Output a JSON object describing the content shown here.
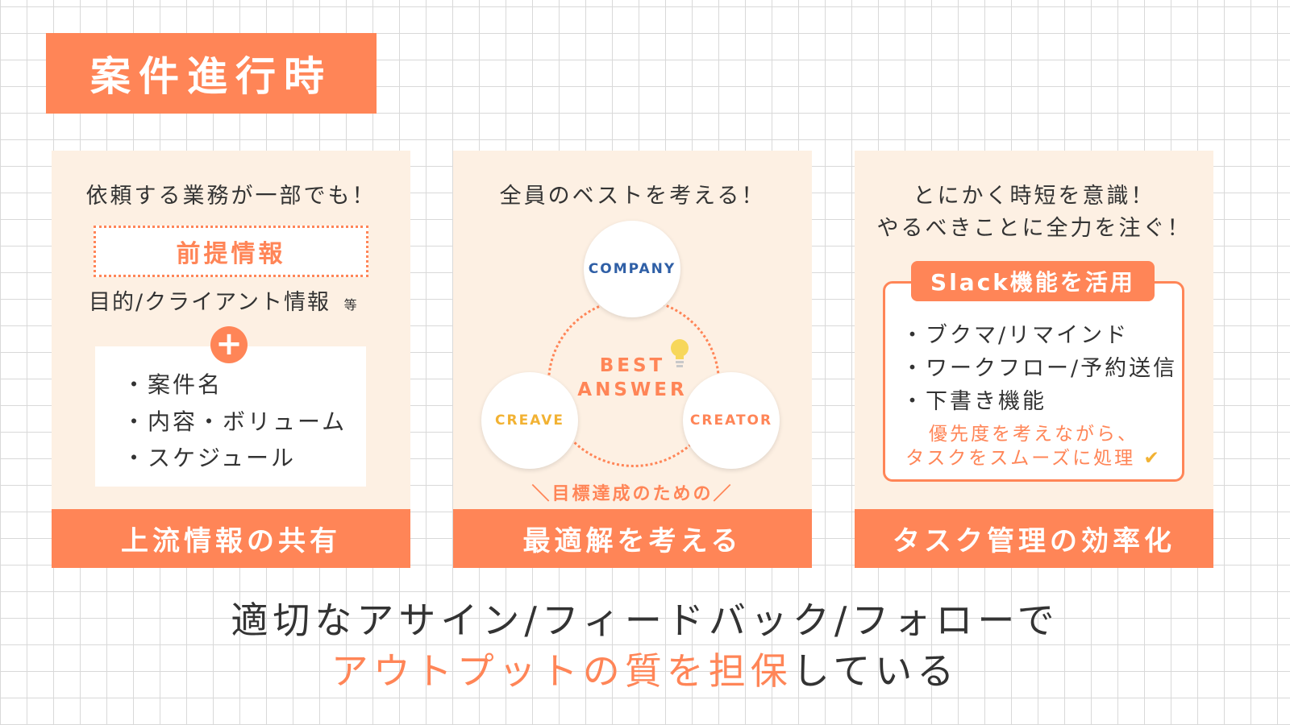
{
  "title": "案件進行時",
  "cards": [
    {
      "heading": "依頼する業務が一部でも！",
      "box_label": "前提情報",
      "subtext": "目的/クライアント情報",
      "subtext_suffix": "等",
      "plus": "+",
      "bullets": [
        "・案件名",
        "・内容・ボリューム",
        "・スケジュール"
      ],
      "footer": "上流情報の共有"
    },
    {
      "heading": "全員のベストを考える！",
      "circles": {
        "top": "COMPANY",
        "left": "CREAVE",
        "right": "CREATOR"
      },
      "center_line1": "BEST",
      "center_line2": "ANSWER",
      "caption": "＼目標達成のための／",
      "footer": "最適解を考える"
    },
    {
      "heading_line1": "とにかく時短を意識！",
      "heading_line2": "やるべきことに全力を注ぐ！",
      "tag": "Slack機能を活用",
      "bullets": [
        "・ブクマ/リマインド",
        "・ワークフロー/予約送信",
        "・下書き機能"
      ],
      "note_line1": "優先度を考えながら、",
      "note_line2": "タスクをスムーズに処理",
      "footer": "タスク管理の効率化"
    }
  ],
  "bottom": {
    "line1": "適切なアサイン/フィードバック/フォローで",
    "line2_accent": "アウトプットの質を担保",
    "line2_rest": "している"
  },
  "colors": {
    "accent": "#ff8557",
    "card_bg": "#fdf0e3",
    "company_blue": "#2f5fa6",
    "creave_yellow": "#f2b233"
  }
}
